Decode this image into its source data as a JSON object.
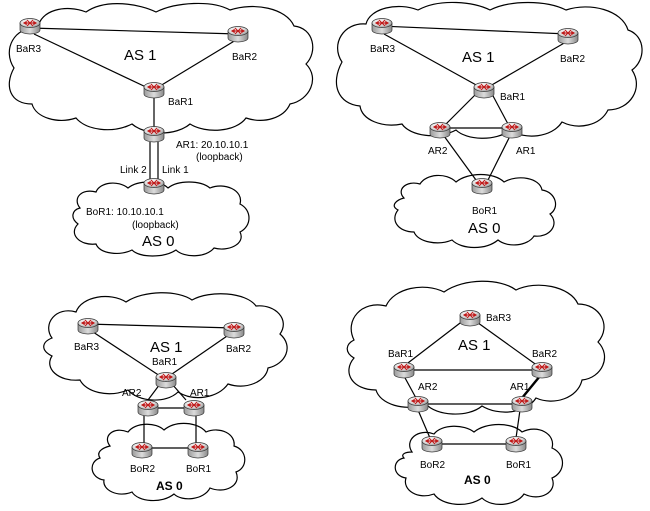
{
  "top_left": {
    "as1": "AS 1",
    "as0": "AS 0",
    "bar3": "BaR3",
    "bar2": "BaR2",
    "bar1": "BaR1",
    "ar1": "AR1: 20.10.10.1",
    "ar1_sub": "(loopback)",
    "link2": "Link 2",
    "link1": "Link 1",
    "bor1": "BoR1: 10.10.10.1",
    "bor1_sub": "(loopback)"
  },
  "top_right": {
    "as1": "AS 1",
    "as0": "AS 0",
    "bar3": "BaR3",
    "bar2": "BaR2",
    "bar1": "BaR1",
    "ar2": "AR2",
    "ar1": "AR1",
    "bor1": "BoR1"
  },
  "bottom_left": {
    "as1": "AS 1",
    "as0": "AS 0",
    "bar3": "BaR3",
    "bar2": "BaR2",
    "bar1": "BaR1",
    "ar2": "AR2",
    "ar1": "AR1",
    "bor2": "BoR2",
    "bor1": "BoR1"
  },
  "bottom_right": {
    "as1": "AS 1",
    "as0": "AS 0",
    "bar3": "BaR3",
    "bar1": "BaR1",
    "bar2": "BaR2",
    "ar2": "AR2",
    "ar1": "AR1",
    "bor2": "BoR2",
    "bor1": "BoR1"
  }
}
